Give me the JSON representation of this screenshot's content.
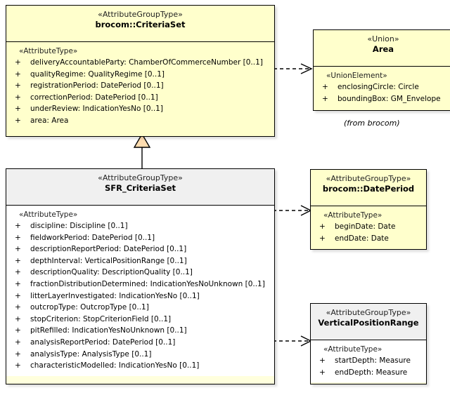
{
  "diagram": {
    "type": "uml-class-diagram",
    "title": "SFR_CriteriaSet UML class diagram",
    "colors": {
      "class_fill_yellow": "#ffffcc",
      "class_fill_header_gray": "#f0f0f0",
      "class_fill_white": "#ffffff",
      "border": "#000000",
      "generalization_triangle_fill": "#ffddb0"
    },
    "notes": {
      "area_from_package": "(from brocom)"
    }
  },
  "classes": {
    "criteriaSet": {
      "stereotype": "«AttributeGroupType»",
      "name": "brocom::CriteriaSet",
      "compartment_stereotype": "«AttributeType»",
      "attributes": [
        {
          "visibility": "+",
          "signature": "deliveryAccountableParty: ChamberOfCommerceNumber [0..1]"
        },
        {
          "visibility": "+",
          "signature": "qualityRegime: QualityRegime [0..1]"
        },
        {
          "visibility": "+",
          "signature": "registrationPeriod: DatePeriod [0..1]"
        },
        {
          "visibility": "+",
          "signature": "correctionPeriod: DatePeriod [0..1]"
        },
        {
          "visibility": "+",
          "signature": "underReview: IndicationYesNo [0..1]"
        },
        {
          "visibility": "+",
          "signature": "area: Area"
        }
      ]
    },
    "sfrCriteriaSet": {
      "stereotype": "«AttributeGroupType»",
      "name": "SFR_CriteriaSet",
      "compartment_stereotype": "«AttributeType»",
      "attributes": [
        {
          "visibility": "+",
          "signature": "discipline: Discipline [0..1]"
        },
        {
          "visibility": "+",
          "signature": "fieldworkPeriod: DatePeriod [0..1]"
        },
        {
          "visibility": "+",
          "signature": "descriptionReportPeriod: DatePeriod [0..1]"
        },
        {
          "visibility": "+",
          "signature": "depthInterval: VerticalPositionRange [0..1]"
        },
        {
          "visibility": "+",
          "signature": "descriptionQuality: DescriptionQuality [0..1]"
        },
        {
          "visibility": "+",
          "signature": "fractionDistributionDetermined: IndicationYesNoUnknown [0..1]"
        },
        {
          "visibility": "+",
          "signature": "litterLayerInvestigated: IndicationYesNo [0..1]"
        },
        {
          "visibility": "+",
          "signature": "outcropType: OutcropType [0..1]"
        },
        {
          "visibility": "+",
          "signature": "stopCriterion: StopCriterionField [0..1]"
        },
        {
          "visibility": "+",
          "signature": "pitRefilled: IndicationYesNoUnknown [0..1]"
        },
        {
          "visibility": "+",
          "signature": "analysisReportPeriod: DatePeriod [0..1]"
        },
        {
          "visibility": "+",
          "signature": "analysisType: AnalysisType [0..1]"
        },
        {
          "visibility": "+",
          "signature": "characteristicModelled: IndicationYesNo [0..1]"
        }
      ]
    },
    "area": {
      "stereotype": "«Union»",
      "name": "Area",
      "compartment_stereotype": "«UnionElement»",
      "attributes": [
        {
          "visibility": "+",
          "signature": "enclosingCircle: Circle"
        },
        {
          "visibility": "+",
          "signature": "boundingBox: GM_Envelope"
        }
      ],
      "footer_note": "(from brocom)"
    },
    "datePeriod": {
      "stereotype": "«AttributeGroupType»",
      "name": "brocom::DatePeriod",
      "compartment_stereotype": "«AttributeType»",
      "attributes": [
        {
          "visibility": "+",
          "signature": "beginDate: Date"
        },
        {
          "visibility": "+",
          "signature": "endDate: Date"
        }
      ]
    },
    "verticalPositionRange": {
      "stereotype": "«AttributeGroupType»",
      "name": "VerticalPositionRange",
      "compartment_stereotype": "«AttributeType»",
      "attributes": [
        {
          "visibility": "+",
          "signature": "startDepth: Measure"
        },
        {
          "visibility": "+",
          "signature": "endDepth: Measure"
        }
      ]
    }
  },
  "connectors": [
    {
      "id": "dep-criteriaset-area",
      "kind": "dependency",
      "line": "dashed",
      "arrow": "open",
      "from": "criteriaSet",
      "to": "area",
      "label": ""
    },
    {
      "id": "gen-sfr-criteriaset",
      "kind": "generalization",
      "line": "solid",
      "arrow": "hollow-triangle",
      "from": "sfrCriteriaSet",
      "to": "criteriaSet",
      "label": ""
    },
    {
      "id": "dep-sfr-dateperiod",
      "kind": "dependency",
      "line": "dashed",
      "arrow": "open",
      "from": "sfrCriteriaSet",
      "to": "datePeriod",
      "label": ""
    },
    {
      "id": "dep-sfr-verticalpositionrange",
      "kind": "dependency",
      "line": "dashed",
      "arrow": "open",
      "from": "sfrCriteriaSet",
      "to": "verticalPositionRange",
      "label": ""
    }
  ]
}
